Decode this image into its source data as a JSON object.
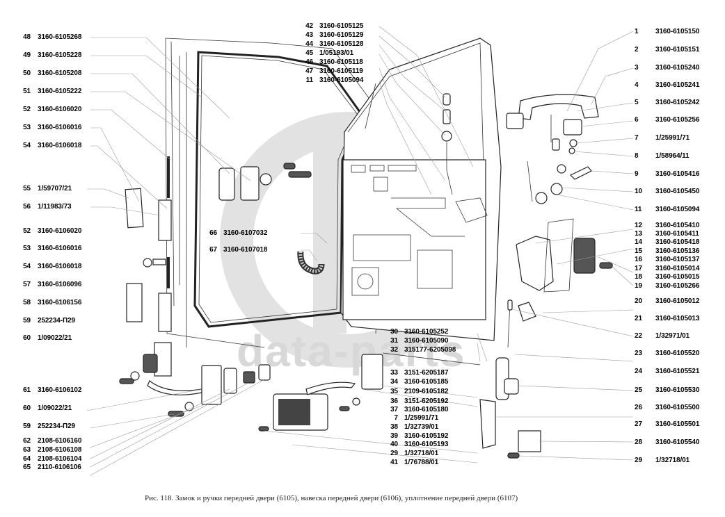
{
  "figure": {
    "caption": "Рис. 118. Замок и ручки передней двери (6105), навеска передней двери (6106), уплотнение передней двери (6107)",
    "watermark": "data-parts"
  },
  "callouts": {
    "left": [
      {
        "num": "48",
        "code": "3160-6105268"
      },
      {
        "num": "49",
        "code": "3160-6105228"
      },
      {
        "num": "50",
        "code": "3160-6105208"
      },
      {
        "num": "51",
        "code": "3160-6105222"
      },
      {
        "num": "52",
        "code": "3160-6106020"
      },
      {
        "num": "53",
        "code": "3160-6106016"
      },
      {
        "num": "54",
        "code": "3160-6106018"
      },
      {
        "num": "55",
        "code": "1/59707/21"
      },
      {
        "num": "56",
        "code": "1/11983/73"
      },
      {
        "num": "52",
        "code": "3160-6106020"
      },
      {
        "num": "53",
        "code": "3160-6106016"
      },
      {
        "num": "54",
        "code": "3160-6106018"
      },
      {
        "num": "57",
        "code": "3160-6106096"
      },
      {
        "num": "58",
        "code": "3160-6106156"
      },
      {
        "num": "59",
        "code": "252234-П29"
      },
      {
        "num": "60",
        "code": "1/09022/21"
      },
      {
        "num": "61",
        "code": "3160-6106102"
      },
      {
        "num": "60",
        "code": "1/09022/21"
      },
      {
        "num": "59",
        "code": "252234-П29"
      },
      {
        "num": "62",
        "code": "2108-6106160"
      },
      {
        "num": "63",
        "code": "2108-6106108"
      },
      {
        "num": "64",
        "code": "2108-6106104"
      },
      {
        "num": "65",
        "code": "2110-6106106"
      }
    ],
    "top_center": [
      {
        "num": "42",
        "code": "3160-6105125"
      },
      {
        "num": "43",
        "code": "3160-6105129"
      },
      {
        "num": "44",
        "code": "3160-6105128"
      },
      {
        "num": "45",
        "code": "1/05193/01"
      },
      {
        "num": "46",
        "code": "3160-6105118"
      },
      {
        "num": "47",
        "code": "3160-6105119"
      },
      {
        "num": "11",
        "code": "3160-6105094"
      }
    ],
    "seal": [
      {
        "num": "66",
        "code": "3160-6107032"
      },
      {
        "num": "67",
        "code": "3160-6107018"
      }
    ],
    "bottom_center": [
      {
        "num": "30",
        "code": "3160-6105252"
      },
      {
        "num": "31",
        "code": "3160-6105090"
      },
      {
        "num": "32",
        "code": "315177-6205098"
      },
      {
        "num": "33",
        "code": "3151-6205187"
      },
      {
        "num": "34",
        "code": "3160-6105185"
      },
      {
        "num": "35",
        "code": "2109-6105182"
      },
      {
        "num": "36",
        "code": "3151-6205192"
      },
      {
        "num": "37",
        "code": "3160-6105180"
      },
      {
        "num": "7",
        "code": "1/25991/71"
      },
      {
        "num": "38",
        "code": "1/32739/01"
      },
      {
        "num": "39",
        "code": "3160-6105192"
      },
      {
        "num": "40",
        "code": "3160-6105193"
      },
      {
        "num": "29",
        "code": "1/32718/01"
      },
      {
        "num": "41",
        "code": "1/76788/01"
      }
    ],
    "right": [
      {
        "num": "1",
        "code": "3160-6105150"
      },
      {
        "num": "2",
        "code": "3160-6105151"
      },
      {
        "num": "3",
        "code": "3160-6105240"
      },
      {
        "num": "4",
        "code": "3160-6105241"
      },
      {
        "num": "5",
        "code": "3160-6105242"
      },
      {
        "num": "6",
        "code": "3160-6105256"
      },
      {
        "num": "7",
        "code": "1/25991/71"
      },
      {
        "num": "8",
        "code": "1/58964/11"
      },
      {
        "num": "9",
        "code": "3160-6105416"
      },
      {
        "num": "10",
        "code": "3160-6105450"
      },
      {
        "num": "11",
        "code": "3160-6105094"
      },
      {
        "num": "12",
        "code": "3160-6105410"
      },
      {
        "num": "13",
        "code": "3160-6105411"
      },
      {
        "num": "14",
        "code": "3160-6105418"
      },
      {
        "num": "15",
        "code": "3160-6105136"
      },
      {
        "num": "16",
        "code": "3160-6105137"
      },
      {
        "num": "17",
        "code": "3160-6105014"
      },
      {
        "num": "18",
        "code": "3160-6105015"
      },
      {
        "num": "19",
        "code": "3160-6105266"
      },
      {
        "num": "20",
        "code": "3160-6105012"
      },
      {
        "num": "21",
        "code": "3160-6105013"
      },
      {
        "num": "22",
        "code": "1/32971/01"
      },
      {
        "num": "23",
        "code": "3160-6105520"
      },
      {
        "num": "24",
        "code": "3160-6105521"
      },
      {
        "num": "25",
        "code": "3160-6105530"
      },
      {
        "num": "26",
        "code": "3160-6105500"
      },
      {
        "num": "27",
        "code": "3160-6105501"
      },
      {
        "num": "28",
        "code": "3160-6105540"
      },
      {
        "num": "29",
        "code": "1/32718/01"
      }
    ]
  }
}
